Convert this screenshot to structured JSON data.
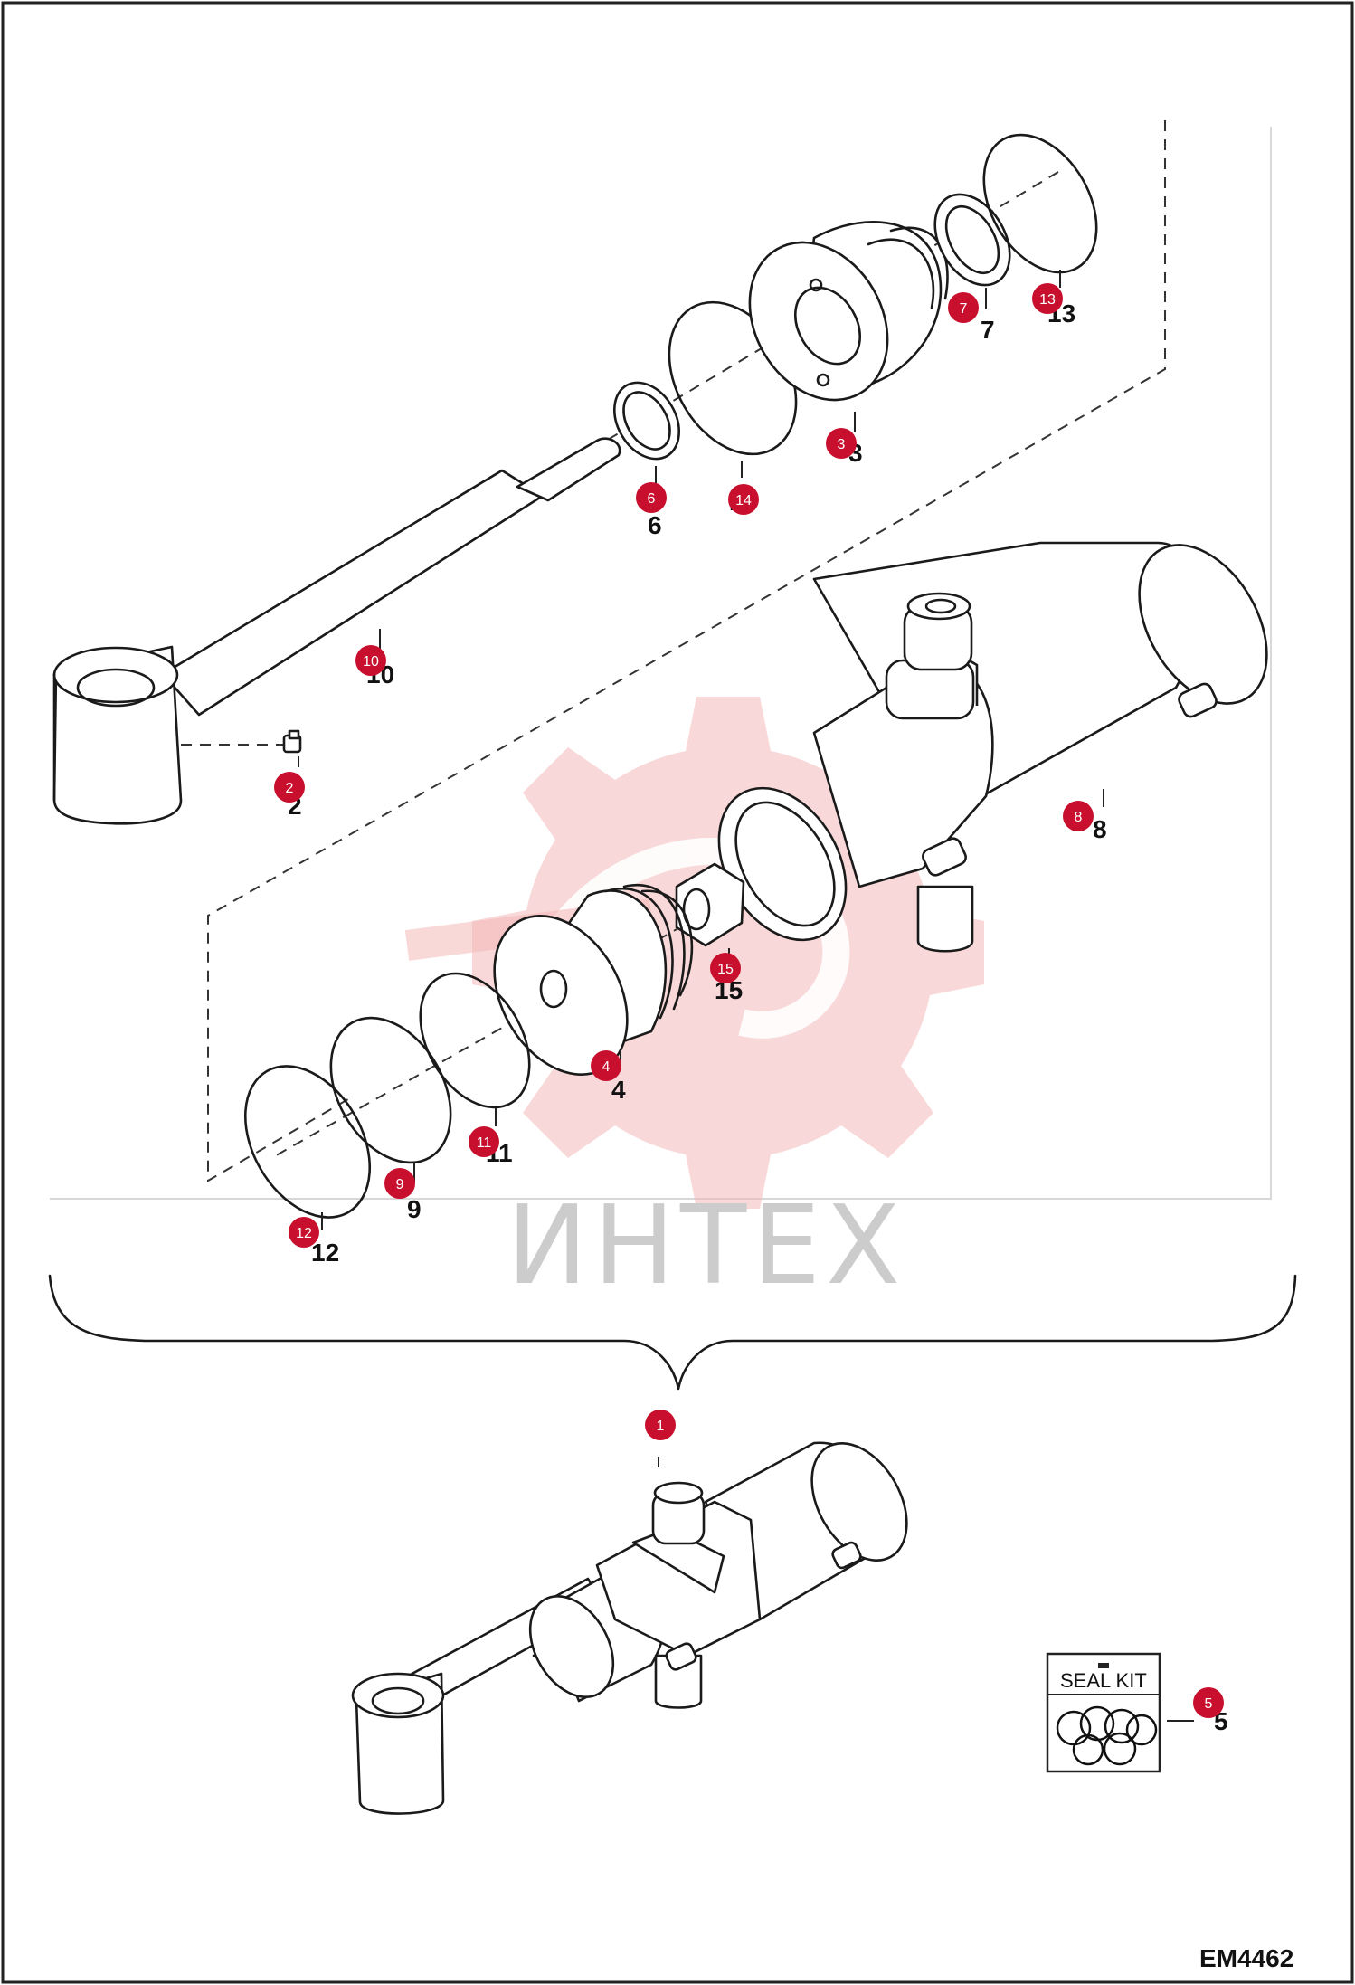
{
  "drawing_code": "EM4462",
  "watermark": "ИНТЕХ",
  "seal_kit_label": "SEAL KIT",
  "callouts": [
    {
      "id": "1",
      "label": "1"
    },
    {
      "id": "2",
      "label": "2"
    },
    {
      "id": "3",
      "label": "3"
    },
    {
      "id": "4",
      "label": "4"
    },
    {
      "id": "5",
      "label": "5"
    },
    {
      "id": "6",
      "label": "6"
    },
    {
      "id": "7",
      "label": "7"
    },
    {
      "id": "8",
      "label": "8"
    },
    {
      "id": "9",
      "label": "9"
    },
    {
      "id": "10",
      "label": "10"
    },
    {
      "id": "11",
      "label": "11"
    },
    {
      "id": "12",
      "label": "12"
    },
    {
      "id": "13",
      "label": "13"
    },
    {
      "id": "14",
      "label": "14"
    },
    {
      "id": "15",
      "label": "15"
    }
  ],
  "colors": {
    "callout": "#c8102e",
    "watermark_gear": "#f3b8b8",
    "line": "#1a1a1a"
  }
}
